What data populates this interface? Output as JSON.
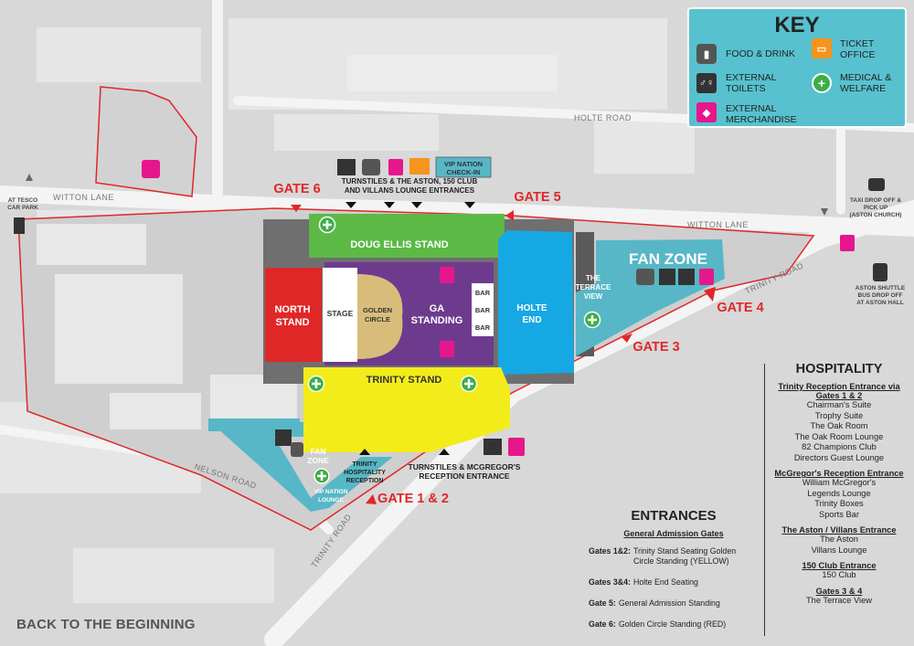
{
  "key": {
    "title": "KEY",
    "items": [
      {
        "label": "FOOD & DRINK",
        "icon": "food-drink-icon"
      },
      {
        "label": "TICKET OFFICE",
        "icon": "ticket-office-icon"
      },
      {
        "label": "EXTERNAL TOILETS",
        "icon": "toilets-icon"
      },
      {
        "label": "MEDICAL & WELFARE",
        "icon": "medical-icon"
      },
      {
        "label": "EXTERNAL MERCHANDISE",
        "icon": "merchandise-icon"
      }
    ]
  },
  "colors": {
    "doug_ellis": "#5cb946",
    "north_stand": "#e02727",
    "ga_standing": "#6d3b8e",
    "golden_circle": "#d8bd7a",
    "holte_end": "#16a8e2",
    "trinity_stand": "#f3ec1b",
    "fan_zone": "#57b7c6",
    "accent_red": "#e02727",
    "merch_pink": "#e6178c",
    "medical_green": "#3dae47",
    "ticket_orange": "#f7941d"
  },
  "gates": {
    "gate6": "GATE 6",
    "gate5": "GATE 5",
    "gate4": "GATE 4",
    "gate3": "GATE 3",
    "gate12": "GATE 1 & 2"
  },
  "stands": {
    "doug_ellis": "DOUG ELLIS STAND",
    "north_stand_1": "NORTH",
    "north_stand_2": "STAND",
    "stage": "STAGE",
    "golden_circle_1": "GOLDEN",
    "golden_circle_2": "CIRCLE",
    "ga_standing_1": "GA",
    "ga_standing_2": "STANDING",
    "bar": "BAR",
    "holte_end_1": "HOLTE",
    "holte_end_2": "END",
    "terrace_1": "THE",
    "terrace_2": "TERRACE",
    "terrace_3": "VIEW",
    "fan_zone_big": "FAN ZONE",
    "trinity_stand": "TRINITY STAND",
    "fan_zone_small_1": "FAN",
    "fan_zone_small_2": "ZONE",
    "vip_lounge_1": "VIP NATION",
    "vip_lounge_2": "LOUNGE",
    "trinity_hosp_1": "TRINITY",
    "trinity_hosp_2": "HOSPITALITY",
    "trinity_hosp_3": "RECEPTION"
  },
  "roads": {
    "holte_road": "HOLTE ROAD",
    "witton_lane_left": "WITTON LANE",
    "witton_lane_right": "WITTON LANE",
    "trinity_road_right": "TRINITY ROAD",
    "trinity_road_left": "TRINITY ROAD",
    "nelson_road": "NELSON ROAD"
  },
  "labels": {
    "vip_checkin_1": "VIP NATION",
    "vip_checkin_2": "CHECK-IN",
    "turnstiles_top_1": "TURNSTILES & THE ASTON, 150 CLUB",
    "turnstiles_top_2": "AND VILLANS LOUNGE ENTRANCES",
    "turnstiles_bottom_1": "TURNSTILES & MCGREGOR'S",
    "turnstiles_bottom_2": "RECEPTION ENTRANCE",
    "tesco_1": "AT TESCO",
    "tesco_2": "CAR PARK",
    "taxi_1": "TAXI DROP OFF &",
    "taxi_2": "PICK UP",
    "taxi_3": "(ASTON CHURCH)",
    "shuttle_1": "ASTON SHUTTLE",
    "shuttle_2": "BUS DROP OFF",
    "shuttle_3": "AT ASTON HALL"
  },
  "hospitality": {
    "title": "HOSPITALITY",
    "sections": [
      {
        "heading": "Trinity Reception Entrance via Gates 1 & 2",
        "items": [
          "Chairman's Suite",
          "Trophy Suite",
          "The Oak Room",
          "The Oak Room Lounge",
          "82 Champions Club",
          "Directors Guest Lounge"
        ]
      },
      {
        "heading": "McGregor's Reception Entrance",
        "items": [
          "William McGregor's",
          "Legends Lounge",
          "Trinity Boxes",
          "Sports Bar"
        ]
      },
      {
        "heading": "The Aston / Villans Entrance",
        "items": [
          "The Aston",
          "Villans Lounge"
        ]
      },
      {
        "heading": "150 Club Entrance",
        "items": [
          "150 Club"
        ]
      },
      {
        "heading": "Gates 3 & 4",
        "items": [
          "The Terrace View"
        ]
      }
    ]
  },
  "entrances": {
    "title": "ENTRANCES",
    "subtitle": "General Admission Gates",
    "rows": [
      {
        "gate": "Gates 1&2:",
        "desc": "Trinity Stand Seating Golden Circle Standing (YELLOW)"
      },
      {
        "gate": "Gates 3&4:",
        "desc": "Holte End Seating"
      },
      {
        "gate": "Gate 5:",
        "desc": "General Admission Standing"
      },
      {
        "gate": "Gate 6:",
        "desc": "Golden Circle Standing (RED)"
      }
    ]
  },
  "back_link": "BACK TO THE BEGINNING"
}
